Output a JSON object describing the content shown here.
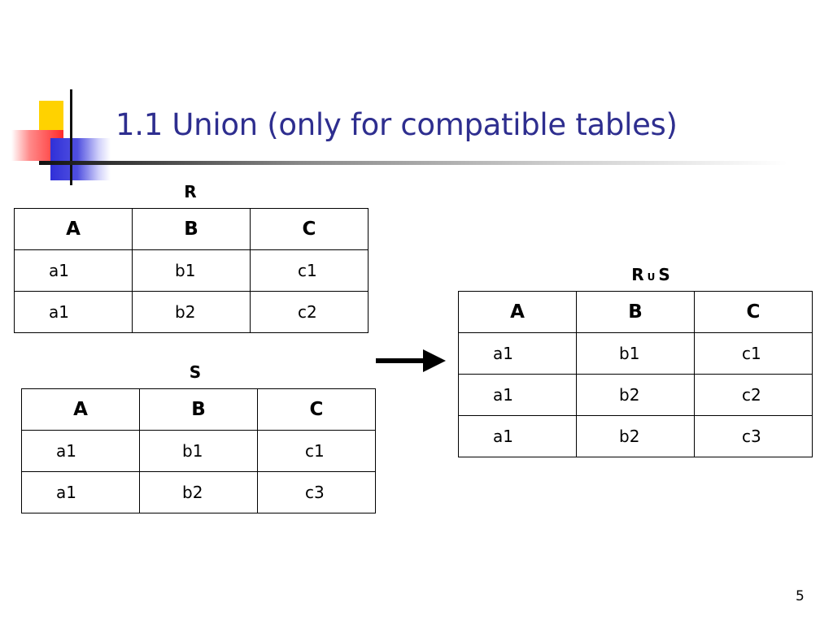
{
  "slide": {
    "title": "1.1 Union (only for compatible tables)",
    "page_number": "5"
  },
  "relations": {
    "R": {
      "name": "R",
      "columns": [
        "A",
        "B",
        "C"
      ],
      "rows": [
        [
          "a1",
          "b1",
          "c1"
        ],
        [
          "a1",
          "b2",
          "c2"
        ]
      ]
    },
    "S": {
      "name": "S",
      "columns": [
        "A",
        "B",
        "C"
      ],
      "rows": [
        [
          "a1",
          "b1",
          "c1"
        ],
        [
          "a1",
          "b2",
          "c3"
        ]
      ]
    },
    "result": {
      "left": "R",
      "operator": "U",
      "right": "S",
      "columns": [
        "A",
        "B",
        "C"
      ],
      "rows": [
        [
          "a1",
          "b1",
          "c1"
        ],
        [
          "a1",
          "b2",
          "c2"
        ],
        [
          "a1",
          "b2",
          "c3"
        ]
      ]
    }
  },
  "icons": {
    "arrow": "right-arrow-icon"
  }
}
